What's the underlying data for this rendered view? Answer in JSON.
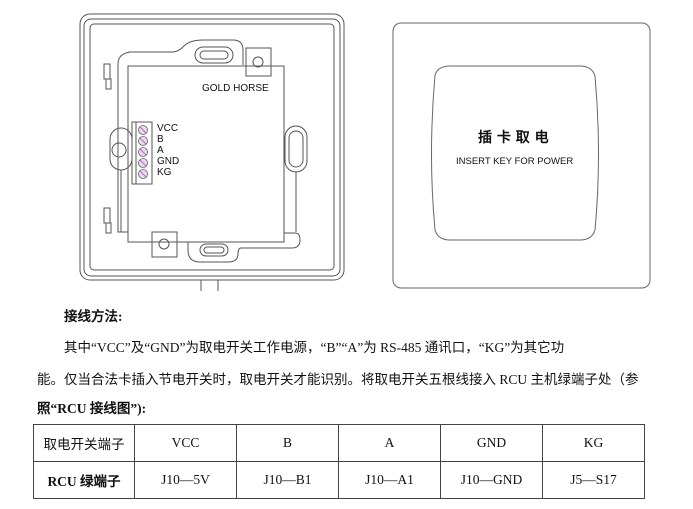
{
  "figures": {
    "back_view": {
      "brand_label": "GOLD HORSE",
      "terminals": [
        "VCC",
        "B",
        "A",
        "GND",
        "KG"
      ]
    },
    "front_view": {
      "label_cn": "插 卡 取 电",
      "label_en": "INSERT KEY FOR POWER"
    }
  },
  "text": {
    "heading": "接线方法:",
    "paragraph_line1": "其中“VCC”及“GND”为取电开关工作电源，“B”“A”为 RS-485 通讯口，“KG”为其它功",
    "paragraph_line2": "能。仅当合法卡插入节电开关时，取电开关才能识别。将取电开关五根线接入 RCU 主机绿端子处（参",
    "paragraph_line3": "照“RCU 接线图”):"
  },
  "table": {
    "rows": [
      {
        "header": "取电开关端子",
        "cells": [
          "VCC",
          "B",
          "A",
          "GND",
          "KG"
        ]
      },
      {
        "header": "RCU 绿端子",
        "cells": [
          "J10—5V",
          "J10—B1",
          "J10—A1",
          "J10—GND",
          "J5—S17"
        ]
      }
    ]
  }
}
